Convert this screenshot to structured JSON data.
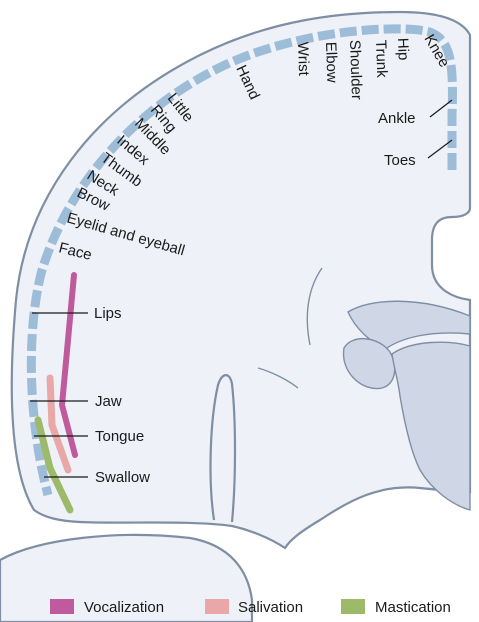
{
  "body_labels": {
    "toes": "Toes",
    "ankle": "Ankle",
    "knee": "Knee",
    "hip": "Hip",
    "trunk": "Trunk",
    "shoulder": "Shoulder",
    "elbow": "Elbow",
    "wrist": "Wrist",
    "hand": "Hand",
    "little": "Little",
    "ring": "Ring",
    "middle": "Middle",
    "index": "Index",
    "thumb": "Thumb",
    "neck": "Neck",
    "brow": "Brow",
    "eyelid": "Eyelid and eyeball",
    "face": "Face",
    "lips": "Lips",
    "jaw": "Jaw",
    "tongue": "Tongue",
    "swallow": "Swallow"
  },
  "legend": [
    {
      "label": "Vocalization",
      "color": "#bf5a9c"
    },
    {
      "label": "Salivation",
      "color": "#e9a7a7"
    },
    {
      "label": "Mastication",
      "color": "#9dba6b"
    }
  ],
  "colors": {
    "cortex_fill": "#eef1f7",
    "outline": "#7f8ea3",
    "motor_strip": "#9dbcd8",
    "white_matter": "#cfd7e6"
  }
}
